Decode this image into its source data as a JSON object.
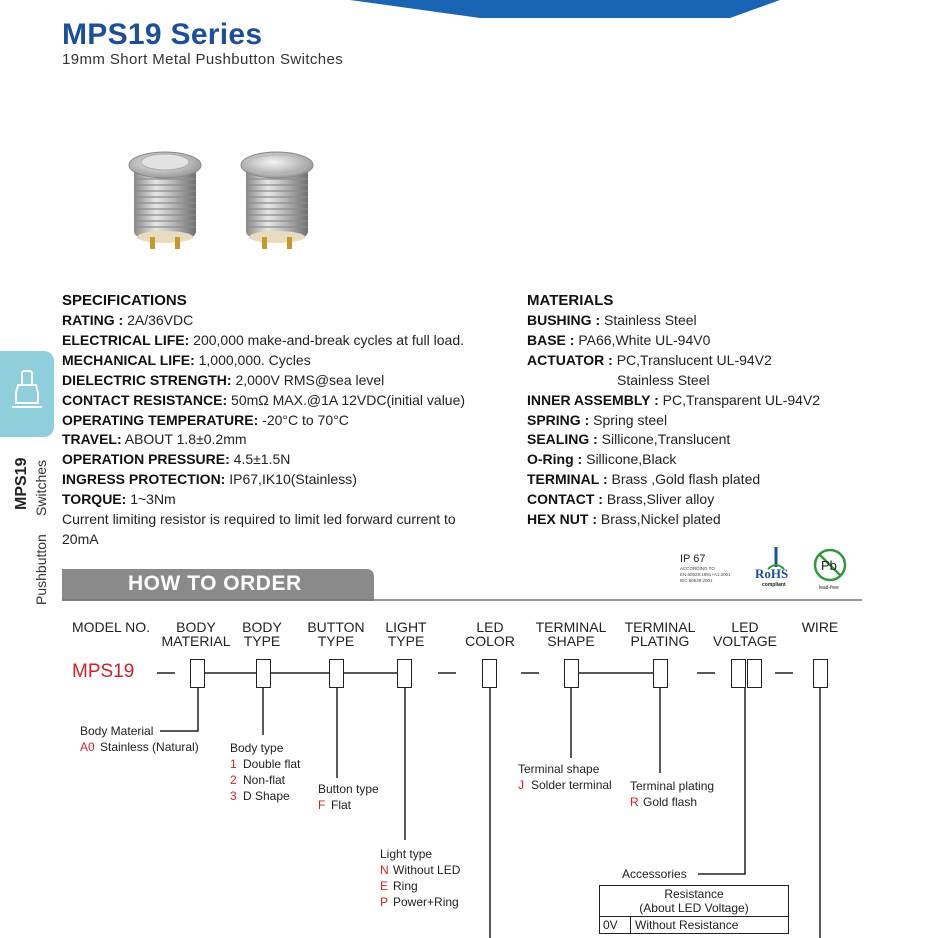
{
  "header": {
    "title": "MPS19 Series",
    "subtitle": "19mm Short Metal Pushbutton Switches",
    "accent_color": "#1b4f9c",
    "top_bar_color": "#1a64b4"
  },
  "side_tab": {
    "icon": "pushbutton-switch-icon",
    "model": "MPS19",
    "line1": "Pushbutton",
    "line2": "Switches",
    "color": "#8fcfdb"
  },
  "specifications": {
    "heading": "SPECIFICATIONS",
    "rows": [
      {
        "label": "RATING :",
        "value": " 2A/36VDC"
      },
      {
        "label": "ELECTRICAL LIFE:",
        "value": " 200,000 make-and-break cycles at full load."
      },
      {
        "label": "MECHANICAL LIFE:",
        "value": " 1,000,000. Cycles"
      },
      {
        "label": "DIELECTRIC STRENGTH:",
        "value": " 2,000V RMS@sea level"
      },
      {
        "label": "CONTACT RESISTANCE:",
        "value": " 50mΩ MAX.@1A 12VDC(initial value)"
      },
      {
        "label": "OPERATING TEMPERATURE:",
        "value": " -20°C to 70°C"
      },
      {
        "label": "TRAVEL:",
        "value": " ABOUT 1.8±0.2mm"
      },
      {
        "label": "OPERATION PRESSURE:",
        "value": " 4.5±1.5N"
      },
      {
        "label": "INGRESS PROTECTION:",
        "value": " IP67,IK10(Stainless)"
      },
      {
        "label": "TORQUE:",
        "value": " 1~3Nm"
      }
    ],
    "note_line1": "Current limiting resistor is required to limit led forward current to",
    "note_line2": "20mA"
  },
  "materials": {
    "heading": "MATERIALS",
    "rows": [
      {
        "label": "BUSHING :",
        "value": " Stainless Steel"
      },
      {
        "label": "BASE :",
        "value": " PA66,White UL-94V0"
      },
      {
        "label": "ACTUATOR :",
        "value": " PC,Translucent UL-94V2"
      },
      {
        "label": "",
        "value": "Stainless Steel"
      },
      {
        "label": "INNER ASSEMBLY :",
        "value": " PC,Transparent UL-94V2"
      },
      {
        "label": "SPRING :",
        "value": " Spring steel"
      },
      {
        "label": "SEALING :",
        "value": " Sillicone,Translucent"
      },
      {
        "label": "O-Ring :",
        "value": " Sillicone,Black"
      },
      {
        "label": "TERMINAL :",
        "value": " Brass ,Gold flash plated"
      },
      {
        "label": "CONTACT :",
        "value": " Brass,Sliver alloy"
      },
      {
        "label": "HEX NUT :",
        "value": " Brass,Nickel plated"
      }
    ]
  },
  "certifications": {
    "ip_title": "IP 67",
    "ip_lines": [
      "ACCORDING TO",
      "EN 60529:1991+A1:2001",
      "IEC 60529:2001"
    ],
    "rohs": "RoHS",
    "rohs_sub": "compliant",
    "pb": "Pb",
    "pb_sub": "lead-free"
  },
  "how_to_order": {
    "heading": "HOW TO ORDER",
    "band_color": "#888888",
    "columns": [
      {
        "l1": "MODEL NO.",
        "l2": ""
      },
      {
        "l1": "BODY",
        "l2": "MATERIAL"
      },
      {
        "l1": "BODY",
        "l2": "TYPE"
      },
      {
        "l1": "BUTTON",
        "l2": "TYPE"
      },
      {
        "l1": "LIGHT",
        "l2": "TYPE"
      },
      {
        "l1": "LED",
        "l2": "COLOR"
      },
      {
        "l1": "TERMINAL",
        "l2": "SHAPE"
      },
      {
        "l1": "TERMINAL",
        "l2": "PLATING"
      },
      {
        "l1": "LED",
        "l2": "VOLTAGE"
      },
      {
        "l1": "WIRE",
        "l2": ""
      }
    ],
    "model": "MPS19",
    "body_material": {
      "title": "Body Material",
      "options": [
        {
          "code": "A0",
          "text": "Stainless (Natural)"
        }
      ]
    },
    "body_type": {
      "title": "Body type",
      "options": [
        {
          "code": "1",
          "text": "Double flat"
        },
        {
          "code": "2",
          "text": "Non-flat"
        },
        {
          "code": "3",
          "text": "D Shape"
        }
      ]
    },
    "button_type": {
      "title": "Button type",
      "options": [
        {
          "code": "F",
          "text": "Flat"
        }
      ]
    },
    "light_type": {
      "title": "Light type",
      "options": [
        {
          "code": "N",
          "text": "Without LED"
        },
        {
          "code": "E",
          "text": "Ring"
        },
        {
          "code": "P",
          "text": "Power+Ring"
        }
      ]
    },
    "terminal_shape": {
      "title": "Terminal shape",
      "options": [
        {
          "code": "J",
          "text": "Solder terminal"
        }
      ]
    },
    "terminal_plating": {
      "title": "Terminal plating",
      "options": [
        {
          "code": "R",
          "text": "Gold flash"
        }
      ]
    },
    "accessories": {
      "title": "Accessories",
      "table_head_l1": "Resistance",
      "table_head_l2": "(About LED Voltage)",
      "rows": [
        {
          "code": "0V",
          "text": "Without Resistance"
        }
      ]
    }
  }
}
